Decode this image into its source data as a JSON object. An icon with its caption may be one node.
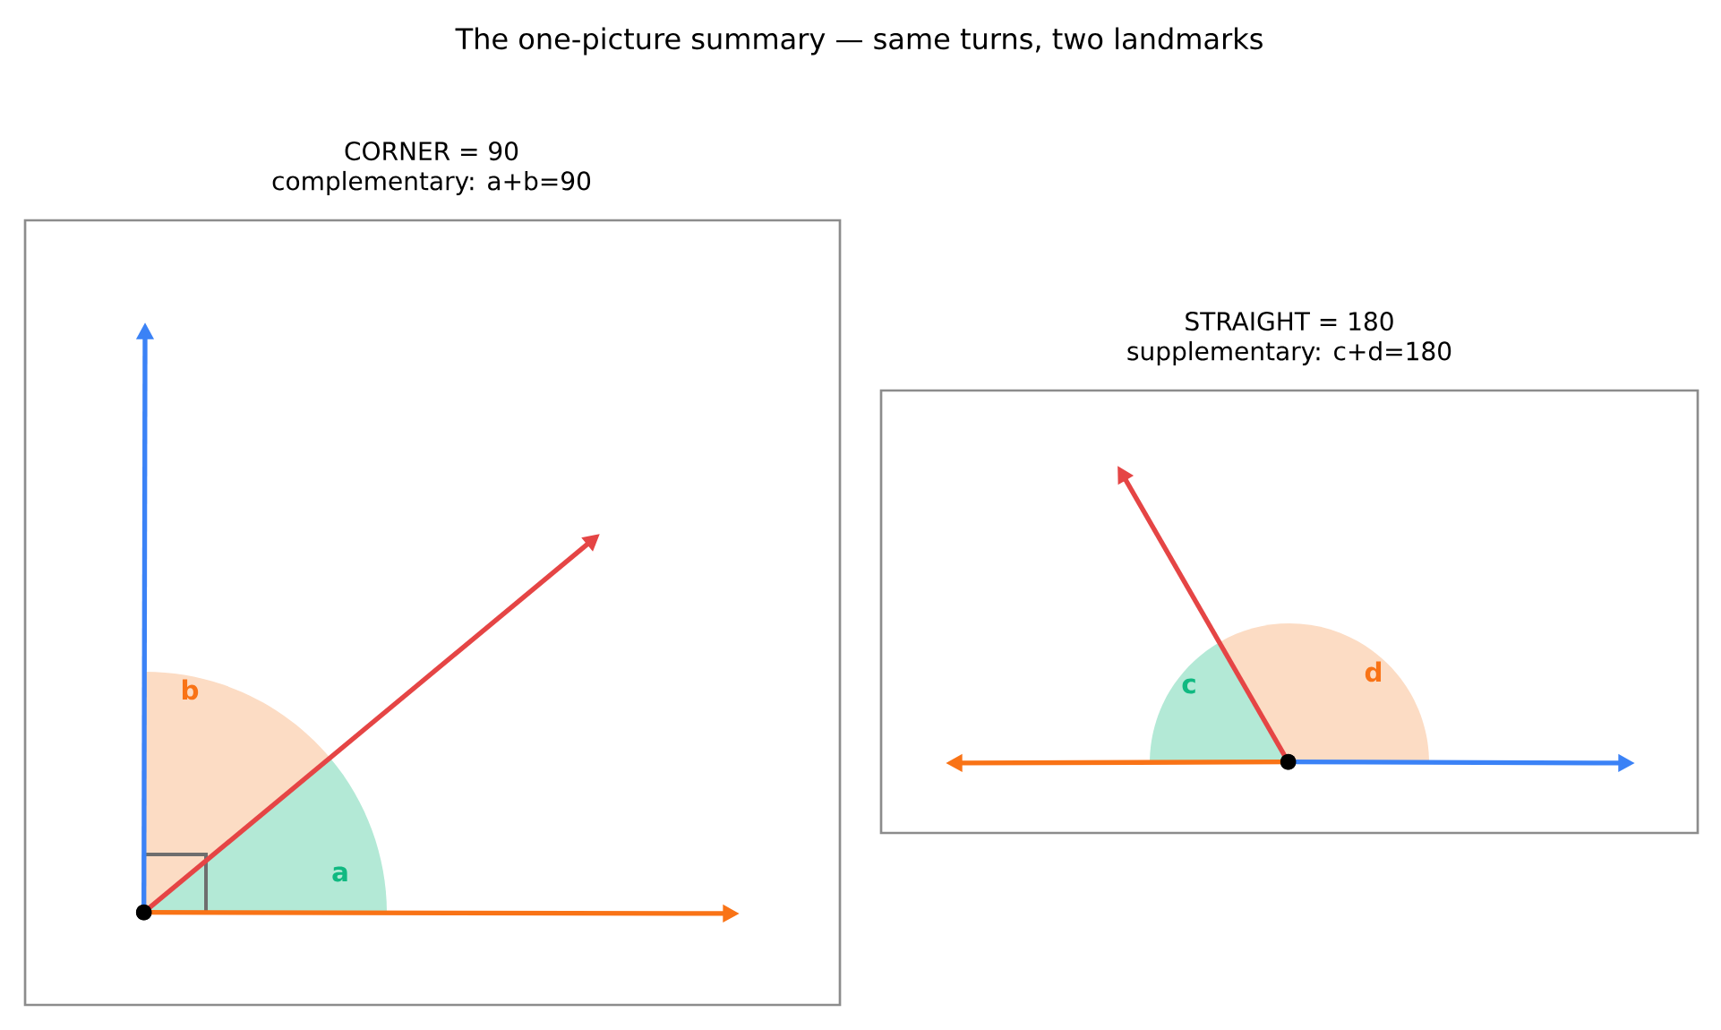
{
  "diagram": {
    "title": "The one-picture summary — same turns, two landmarks",
    "nodes": [
      {
        "text": [
          "CORNER = 90",
          "complementary: a+b=90"
        ]
      },
      {
        "text": [],
        "shape": "circle",
        "in": 0
      },
      {
        "text": [
          "STRAIGHT = 180",
          "supplementary: c+d=180"
        ]
      },
      {
        "text": [],
        "shape": "circle",
        "in": 2
      }
    ],
    "edges": [
      {
        "from": 1,
        "to": null,
        "arrow": "to",
        "color": "#f97316"
      },
      {
        "from": 1,
        "to": null,
        "arrow": "to",
        "color": "#3b82f6"
      },
      {
        "from": 1,
        "to": null,
        "arrow": "to",
        "color": "#e54545"
      },
      {
        "from": 3,
        "to": null,
        "arrow": "to",
        "color": "#f97316"
      },
      {
        "from": 3,
        "to": null,
        "arrow": "to",
        "color": "#3b82f6"
      },
      {
        "from": 3,
        "to": null,
        "arrow": "to",
        "color": "#e54545"
      }
    ],
    "labels": [
      "b",
      "a",
      "c",
      "d"
    ]
  }
}
